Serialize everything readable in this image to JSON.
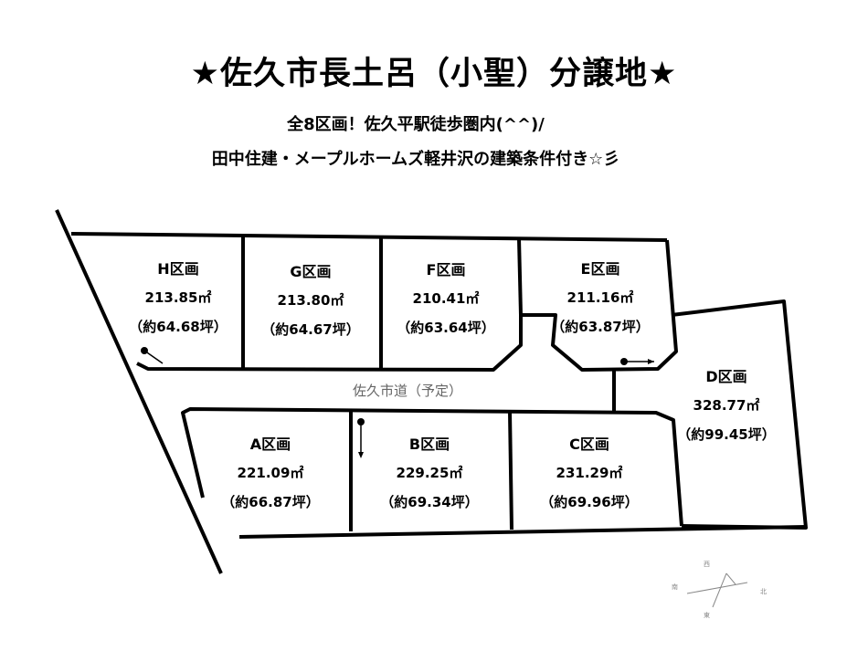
{
  "title": "★佐久市長土呂（小聖）分譲地★",
  "subtitle_1": "全8区画！佐久平駅徒歩圏内(^^)/",
  "subtitle_2": "田中住建・メープルホームズ軽井沢の建築条件付き☆彡",
  "road_label": "佐久市道（予定）",
  "lots": [
    {
      "id": "H",
      "name": "H区画",
      "area": "213.85㎡",
      "tsubo": "（約64.68坪）"
    },
    {
      "id": "G",
      "name": "G区画",
      "area": "213.80㎡",
      "tsubo": "（約64.67坪）"
    },
    {
      "id": "F",
      "name": "F区画",
      "area": "210.41㎡",
      "tsubo": "（約63.64坪）"
    },
    {
      "id": "E",
      "name": "E区画",
      "area": "211.16㎡",
      "tsubo": "（約63.87坪）"
    },
    {
      "id": "D",
      "name": "D区画",
      "area": "328.77㎡",
      "tsubo": "（約99.45坪）"
    },
    {
      "id": "A",
      "name": "A区画",
      "area": "221.09㎡",
      "tsubo": "（約66.87坪）"
    },
    {
      "id": "B",
      "name": "B区画",
      "area": "229.25㎡",
      "tsubo": "（約69.34坪）"
    },
    {
      "id": "C",
      "name": "C区画",
      "area": "231.29㎡",
      "tsubo": "（約69.96坪）"
    }
  ],
  "compass": {
    "north": "北",
    "east": "東",
    "south": "南",
    "west": "西"
  },
  "colors": {
    "line": "#000000",
    "road_text": "#666666",
    "compass": "#888888"
  }
}
